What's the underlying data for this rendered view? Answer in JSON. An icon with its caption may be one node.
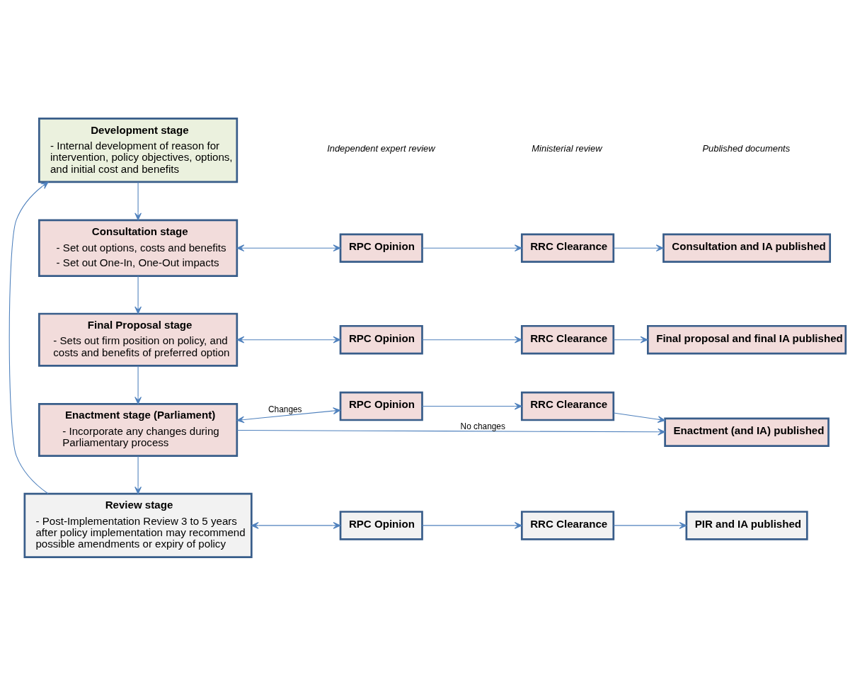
{
  "diagram": {
    "nodes": [
      {
        "text": [
          "Development stage",
          "- Internal development of reason for intervention, policy objectives, options, and initial cost and benefits"
        ]
      },
      {
        "text": [
          "Consultation stage",
          "- Set out options, costs and benefits",
          "- Set out One-In, One-Out impacts"
        ]
      },
      {
        "text": [
          "RPC Opinion"
        ]
      },
      {
        "text": [
          "RRC Clearance"
        ]
      },
      {
        "text": [
          "Consultation and IA published"
        ]
      },
      {
        "text": [
          "Final Proposal stage",
          "- Sets out firm position on policy, and costs and benefits of preferred option"
        ]
      },
      {
        "text": [
          "RPC Opinion"
        ]
      },
      {
        "text": [
          "RRC Clearance"
        ]
      },
      {
        "text": [
          "Final proposal and final IA published"
        ]
      },
      {
        "text": [
          "Enactment stage (Parliament)",
          "- Incorporate any changes during Parliamentary process"
        ]
      },
      {
        "text": [
          "RPC Opinion"
        ]
      },
      {
        "text": [
          "RRC Clearance"
        ]
      },
      {
        "text": [
          "Enactment (and IA) published"
        ]
      },
      {
        "text": [
          "Review stage",
          "- Post-Implementation Review 3 to 5 years after policy implementation may recommend possible amendments or expiry of policy"
        ]
      },
      {
        "text": [
          "RPC Opinion"
        ]
      },
      {
        "text": [
          "RRC Clearance"
        ]
      },
      {
        "text": [
          "PIR and IA published"
        ]
      }
    ],
    "edges": [
      {
        "from": 0,
        "to": 1,
        "arrow": "to"
      },
      {
        "from": 1,
        "to": 2,
        "arrow": "both"
      },
      {
        "from": 2,
        "to": 3,
        "arrow": "to"
      },
      {
        "from": 3,
        "to": 4,
        "arrow": "to"
      },
      {
        "from": 1,
        "to": 5,
        "arrow": "to"
      },
      {
        "from": 5,
        "to": 6,
        "arrow": "both"
      },
      {
        "from": 6,
        "to": 7,
        "arrow": "to"
      },
      {
        "from": 7,
        "to": 8,
        "arrow": "to"
      },
      {
        "from": 5,
        "to": 9,
        "arrow": "to"
      },
      {
        "from": 9,
        "to": 12,
        "arrow": "to",
        "label": "No changes"
      },
      {
        "from": 9,
        "to": 10,
        "arrow": "both",
        "label": "Changes"
      },
      {
        "from": 10,
        "to": 11,
        "arrow": "to"
      },
      {
        "from": 11,
        "to": 12,
        "arrow": "to"
      },
      {
        "from": 9,
        "to": 13,
        "arrow": "to"
      },
      {
        "from": 13,
        "to": 14,
        "arrow": "both"
      },
      {
        "from": 14,
        "to": 15,
        "arrow": "to"
      },
      {
        "from": 15,
        "to": 16,
        "arrow": "to"
      },
      {
        "from": 13,
        "to": 0,
        "arrow": "to"
      }
    ],
    "labels": [
      "Independent expert review",
      "Ministerial review",
      "Published documents"
    ]
  }
}
